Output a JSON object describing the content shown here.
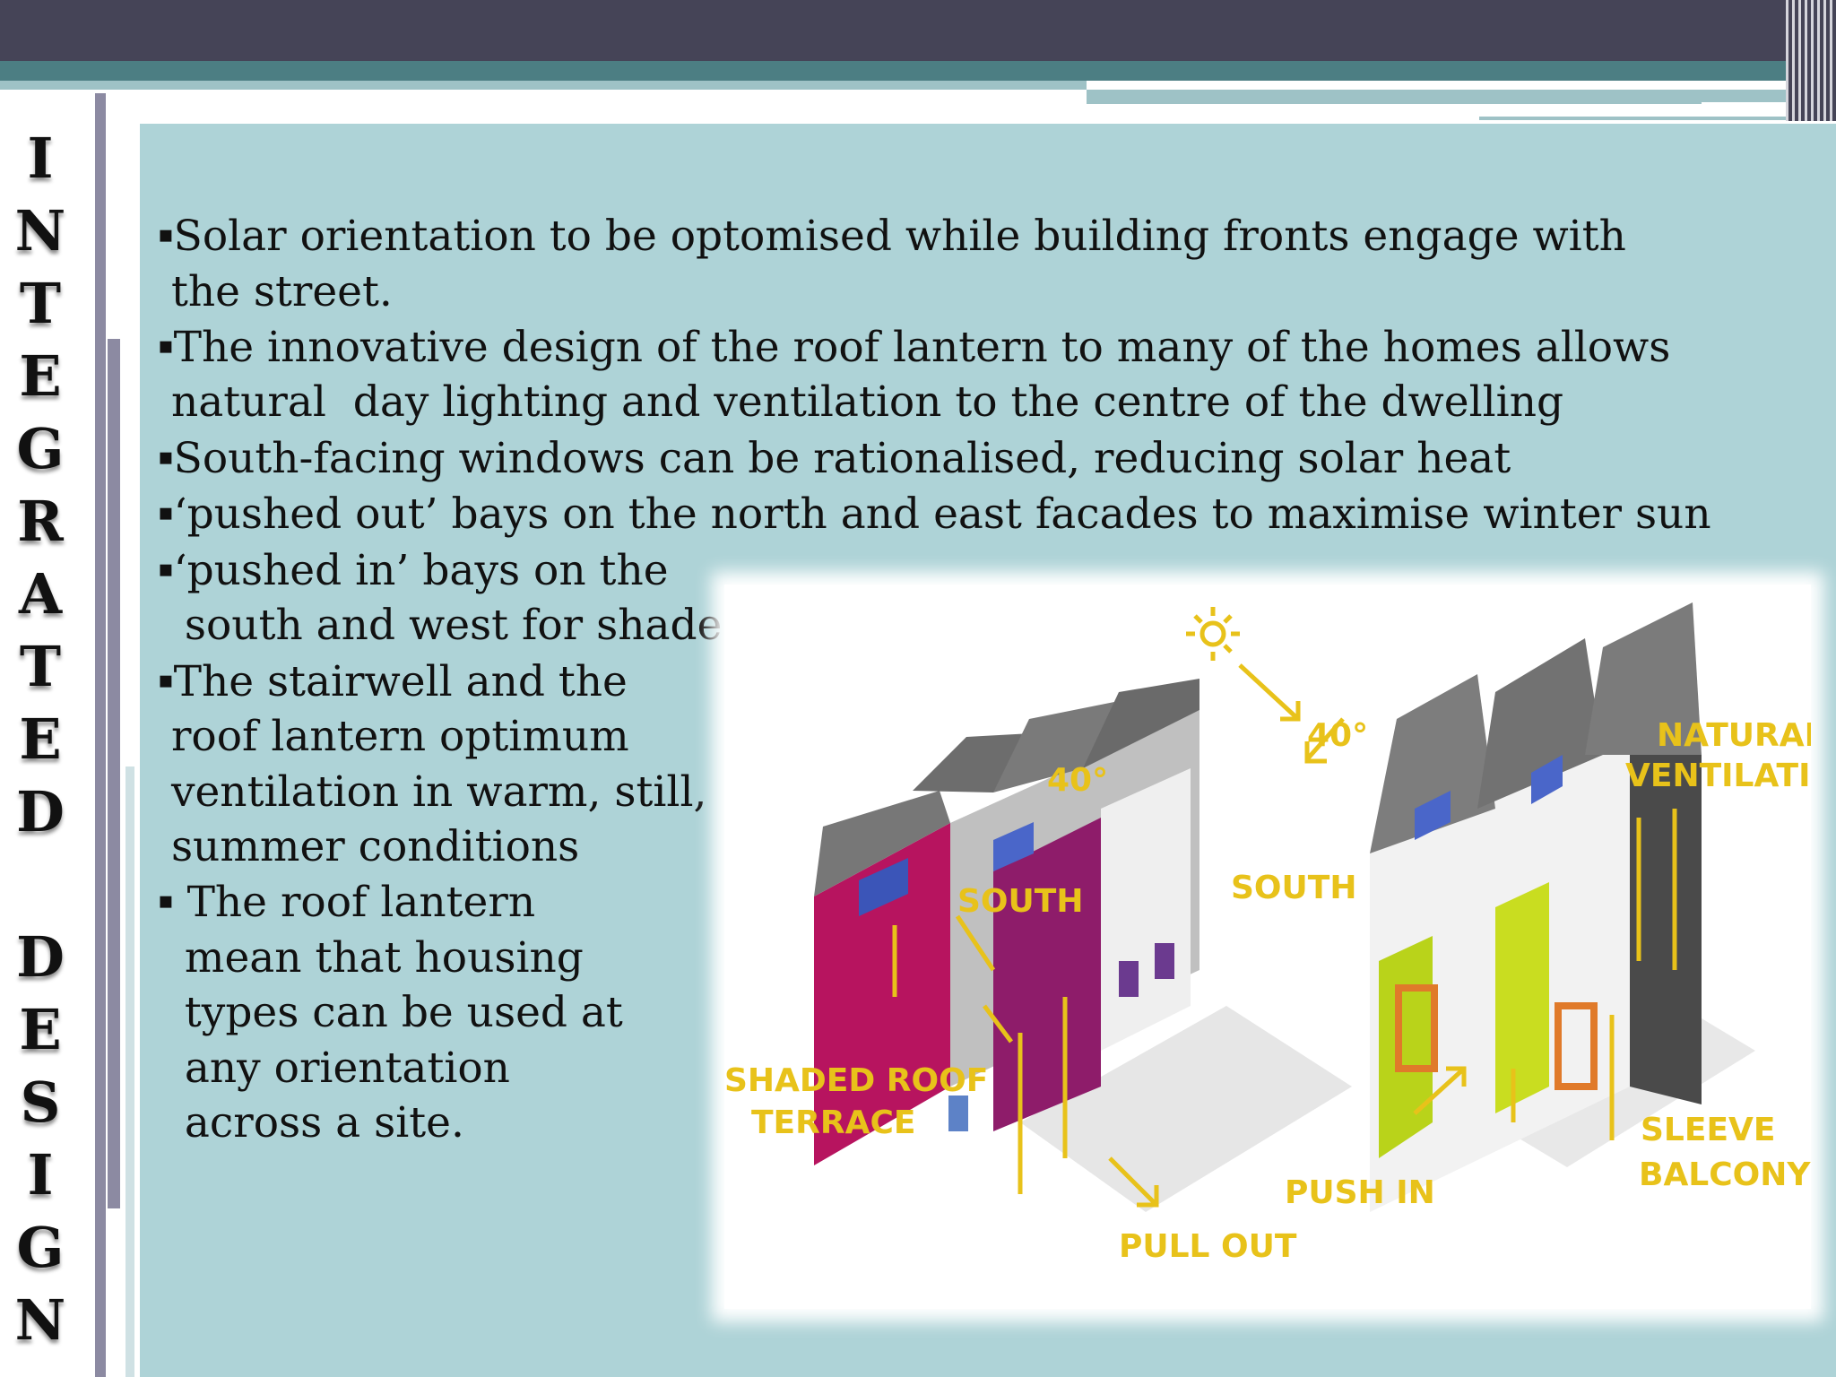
{
  "slide": {
    "side_title_letters": [
      "I",
      "N",
      "T",
      "E",
      "G",
      "R",
      "A",
      "T",
      "E",
      "D",
      "",
      "D",
      "E",
      "S",
      "I",
      "G",
      "N"
    ],
    "bullet_glyph": "▪",
    "bullets": [
      {
        "line1": "Solar orientation to be optomised while building fronts engage with",
        "line2": " the street."
      },
      {
        "line1": "The innovative design of the roof lantern to many of the homes allows",
        "line2": " natural  day lighting and ventilation to the centre of the dwelling"
      },
      {
        "line1": "South-facing windows can be rationalised, reducing solar heat"
      },
      {
        "line1": "‘pushed out’ bays on the north and east facades to maximise winter sun"
      },
      {
        "line1": "‘pushed in’ bays on the",
        "line2": "  south and west for shade."
      },
      {
        "line1": "The stairwell and the",
        "line2": " roof lantern optimum",
        "line3": " ventilation in warm, still,",
        "line4": " summer conditions"
      },
      {
        "line1": " The roof lantern",
        "line2": "  mean that housing",
        "line3": "  types can be used at",
        "line4": "  any orientation",
        "line5": "  across a site."
      }
    ],
    "illustration": {
      "annotations": {
        "angle_left": "40°",
        "angle_right": "40°",
        "south_left": "SOUTH",
        "south_right": "SOUTH",
        "natural_ventilation_1": "NATURAL",
        "natural_ventilation_2": "VENTILATION",
        "shaded_roof_terrace_1": "SHADED ROOF",
        "shaded_roof_terrace_2": "TERRACE",
        "pull_out": "PULL OUT",
        "push_in": "PUSH IN",
        "sleeve_balcony_1": "SLEEVE",
        "sleeve_balcony_2": "BALCONY"
      }
    }
  }
}
